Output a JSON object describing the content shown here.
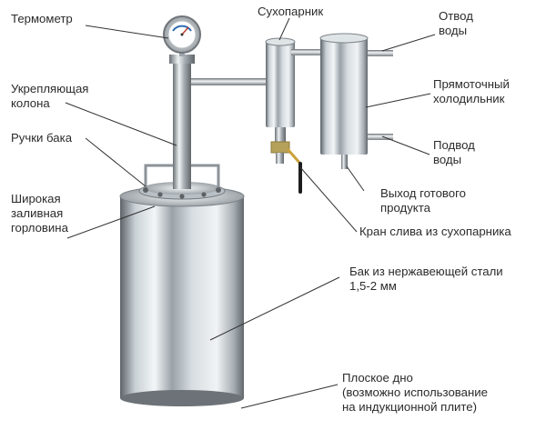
{
  "labels": {
    "thermometer": "Термометр",
    "steam_chamber": "Сухопарник",
    "water_outlet": [
      "Отвод",
      "воды"
    ],
    "reinforcing_column": [
      "Укрепляющая",
      "колона"
    ],
    "direct_condenser": [
      "Прямоточный",
      "холодильник"
    ],
    "tank_handles": "Ручки бака",
    "water_inlet": [
      "Подвод",
      "воды"
    ],
    "wide_neck": [
      "Широкая",
      "заливная",
      "горловина"
    ],
    "product_outlet": [
      "Выход готового",
      "продукта"
    ],
    "drain_valve": "Кран слива из сухопарника",
    "tank": [
      "Бак из нержавеющей стали",
      "1,5-2 мм"
    ],
    "flat_bottom": [
      "Плоское дно",
      "(возможно использование",
      "на индукционной плите)"
    ]
  },
  "colors": {
    "leader_line": "#333333",
    "steel_dark": "#6f757a",
    "steel_light": "#e9eef1",
    "dial_face": "#ffffff",
    "valve_handle": "#1d1d1d"
  }
}
